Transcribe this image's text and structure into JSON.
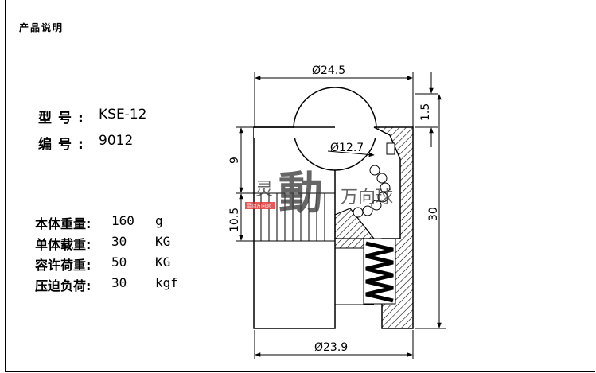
{
  "page": {
    "title": "产品说明"
  },
  "specs_top": [
    {
      "label": "型号:",
      "value": "KSE-12"
    },
    {
      "label": "编号:",
      "value": "9012"
    }
  ],
  "specs_bottom": [
    {
      "label": "本体重量:",
      "value": "160",
      "unit": "g"
    },
    {
      "label": "单体载重:",
      "value": "30",
      "unit": "KG"
    },
    {
      "label": "容许荷重:",
      "value": "50",
      "unit": "KG"
    },
    {
      "label": "压迫负荷:",
      "value": "30",
      "unit": "kgf"
    }
  ],
  "drawing": {
    "dim_top_width": "Ø24.5",
    "dim_ball": "Ø12.7",
    "dim_bottom_width": "Ø23.9",
    "dim_cap_height": "1.5",
    "dim_total_height": "30",
    "dim_upper_left": "9",
    "dim_lower_left": "10.5"
  },
  "watermark": {
    "big_char": "動",
    "left_char": "灵",
    "right_text": "万向球",
    "stamp": "灵动万向球"
  }
}
